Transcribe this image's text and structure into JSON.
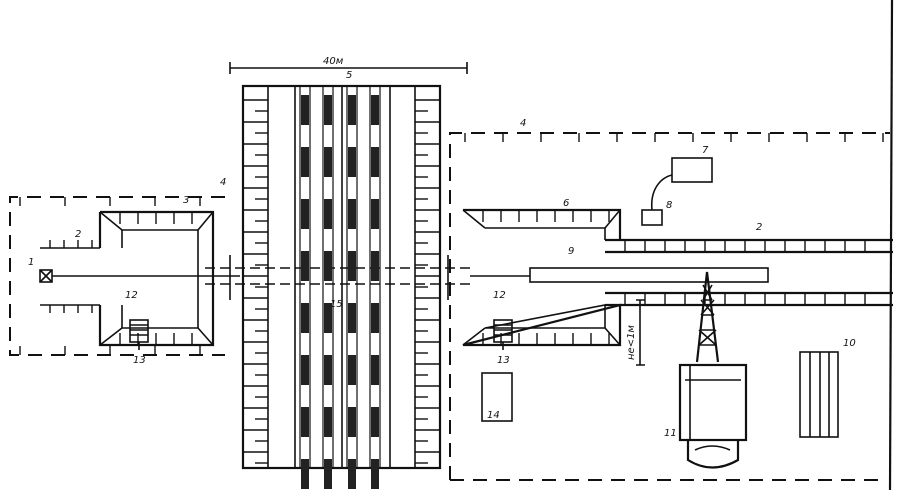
{
  "diagram": {
    "dimension_label": "40м",
    "clearance_label": "не<1м",
    "labels": {
      "item1": "1",
      "item2_left": "2",
      "item2_right": "2",
      "item3": "3",
      "item4_left": "4",
      "item4_right": "4",
      "item5": "5",
      "item6": "6",
      "item7": "7",
      "item8": "8",
      "item9": "9",
      "item10": "10",
      "item11": "11",
      "item12_left": "12",
      "item12_right": "12",
      "item13_left": "13",
      "item13_right": "13",
      "item14": "14",
      "item15": "15"
    }
  }
}
